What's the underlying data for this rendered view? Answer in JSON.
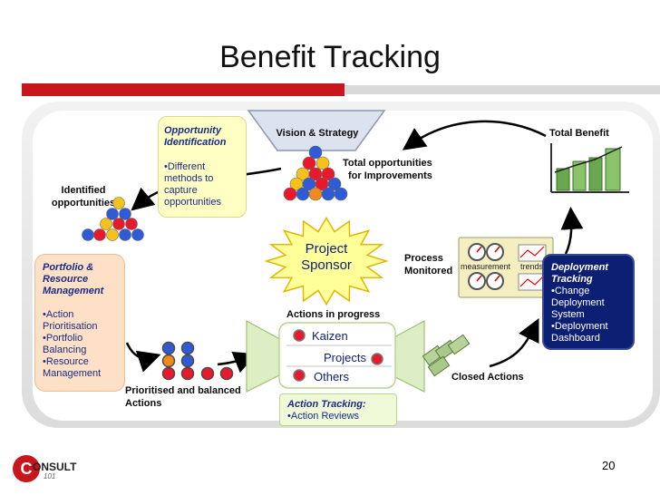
{
  "slide": {
    "title": "Benefit Tracking",
    "page_number": "20"
  },
  "logo": {
    "text": "ONSULT",
    "sub": "101",
    "letter": "C"
  },
  "diagram": {
    "vision": "Vision & Strategy",
    "total_opportunities": [
      "Total opportunities",
      "for Improvements"
    ],
    "opportunity_box": {
      "title": [
        "Opportunity",
        "Identification"
      ],
      "items": [
        "•Different",
        "methods to",
        "capture",
        "opportunities"
      ]
    },
    "identified": [
      "Identified",
      "opportunities"
    ],
    "portfolio_box": {
      "title": [
        "Portfolio &",
        "Resource",
        "Management"
      ],
      "items": [
        "•Action",
        "Prioritisation",
        "•Portfolio",
        "Balancing",
        "•Resource",
        "Management"
      ]
    },
    "prioritised": [
      "Prioritised and balanced",
      "Actions"
    ],
    "sponsor": [
      "Project",
      "Sponsor"
    ],
    "actions_in_progress": "Actions in progress",
    "funnel_items": [
      "Kaizen",
      "Projects",
      "Others"
    ],
    "action_tracking": {
      "title": "Action Tracking:",
      "items": [
        "•Action Reviews"
      ]
    },
    "process_monitored": [
      "Process",
      "Monitored"
    ],
    "gauge_labels": [
      "measurement",
      "trends"
    ],
    "closed_actions": "Closed Actions",
    "total_benefit": "Total Benefit",
    "deployment_box": {
      "title": [
        "Deployment",
        "Tracking"
      ],
      "items": [
        "•Change",
        "Deployment",
        "System",
        "•Deployment",
        "Dashboard"
      ]
    }
  },
  "colors": {
    "accent_red": "#c8161d",
    "ball_red": "#e8192c",
    "ball_blue": "#2f5bd6",
    "ball_yellow": "#f5c21b",
    "ball_orange": "#f08a1c",
    "navy": "#0c1f73"
  }
}
